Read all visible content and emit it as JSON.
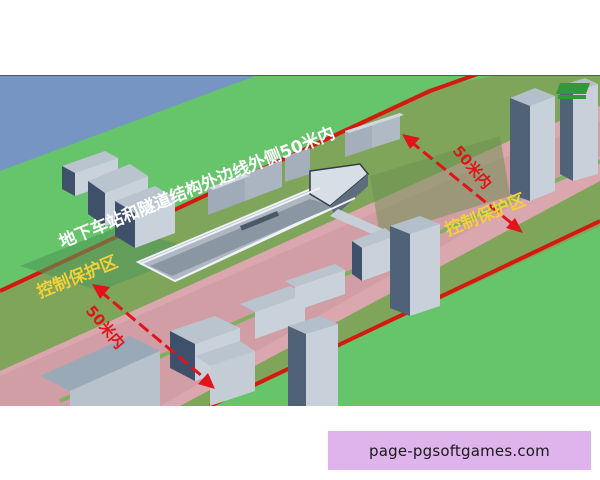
{
  "diagram": {
    "title_label": "地下车站和隧道结构外边线外侧50米内",
    "zone_label_left": "控制保护区",
    "zone_label_right": "控制保护区",
    "distance_label_left": "50米内",
    "distance_label_right": "50米内",
    "logo": "green-logo-badge",
    "colors": {
      "sky": "#7795c2",
      "grass": "#66c46a",
      "zone_olive": "#7fa55a",
      "corridor_pink": "#d9a7ad",
      "boundary_red": "#d41a10",
      "label_white": "#ffffff",
      "label_yellow": "#f2d13a",
      "arrow_red": "#e0141a",
      "building_light": "#c8d1da",
      "building_dark": "#4f6278"
    }
  },
  "caption": {
    "text": "page-pgsoftgames.com",
    "background": "#dfb3ec"
  }
}
